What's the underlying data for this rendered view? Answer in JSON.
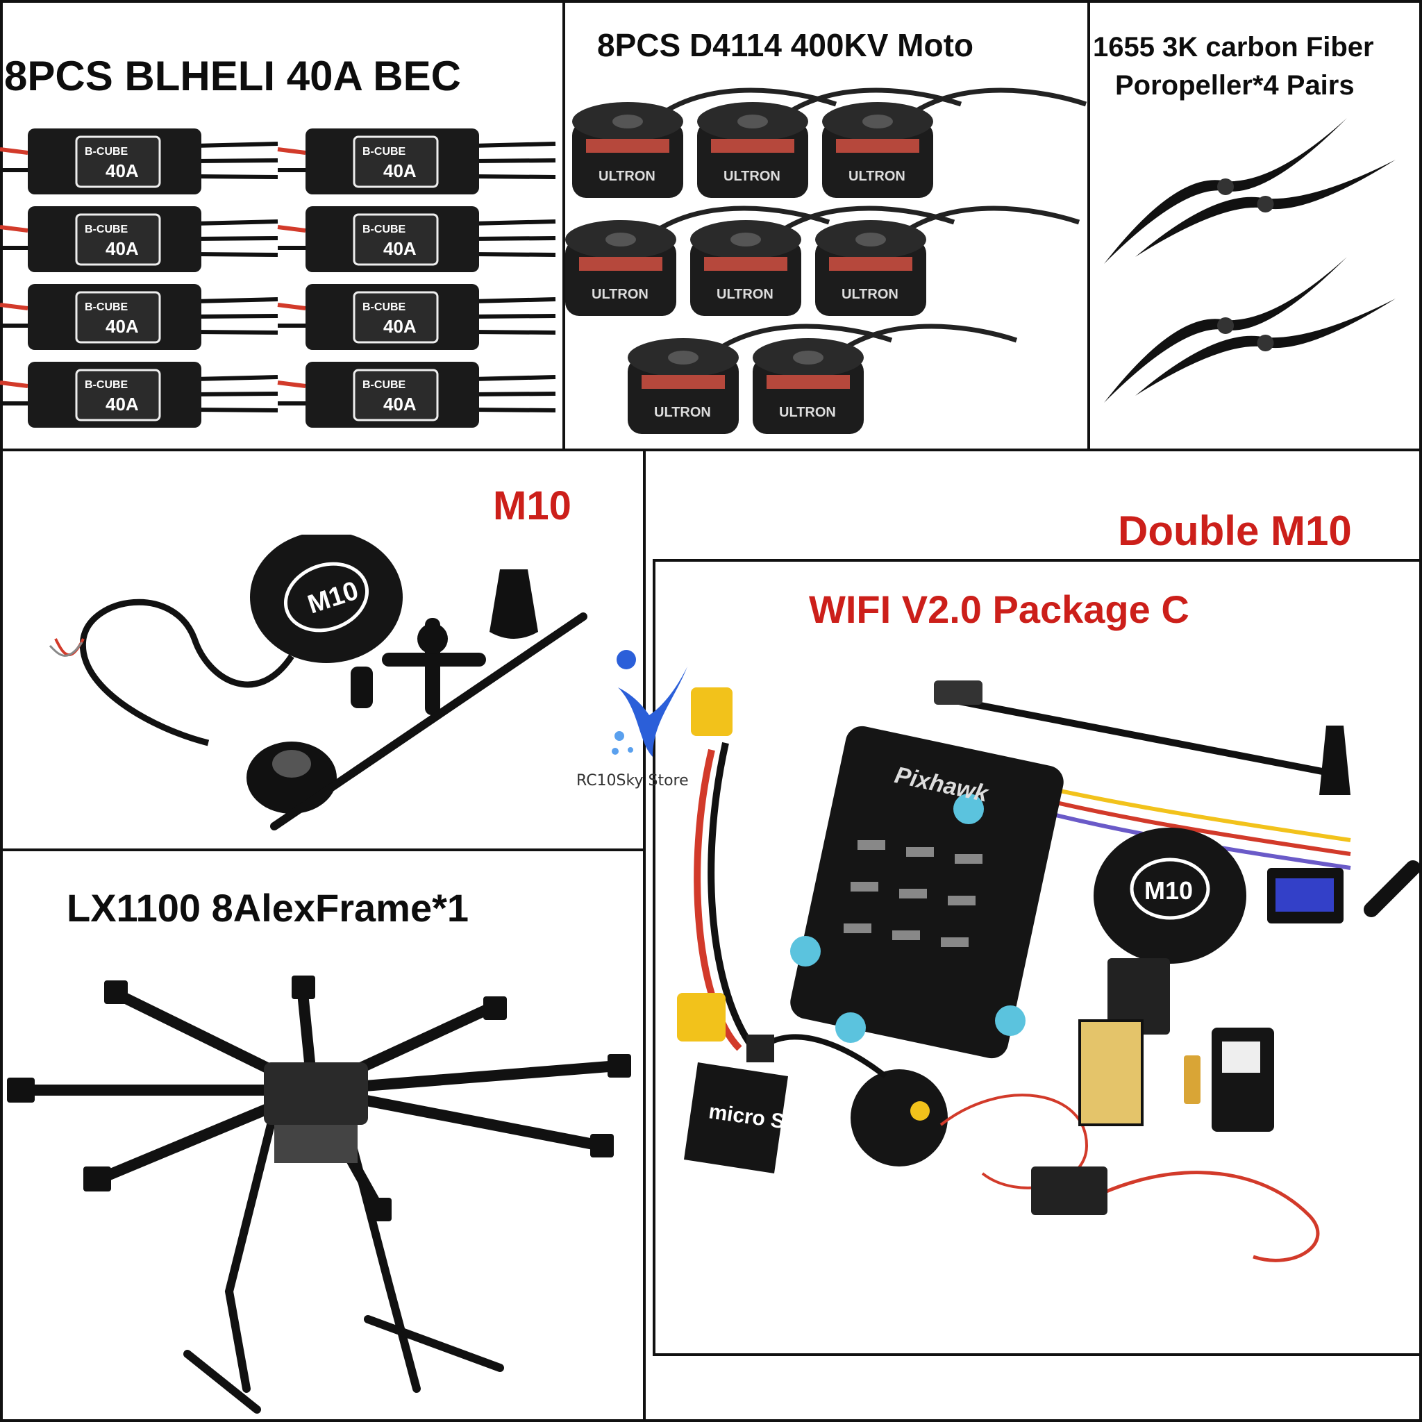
{
  "panels": {
    "esc": {
      "title": "8PCS BLHELI 40A BEC",
      "label_brand": "B-CUBE",
      "label_rating": "40A",
      "count": 8
    },
    "motors": {
      "title": "8PCS D4114 400KV Moto",
      "label_brand": "ULTRON",
      "count": 8
    },
    "props": {
      "title_line1": "1655 3K carbon Fiber",
      "title_line2": "Poropeller*4 Pairs",
      "count": 4
    },
    "gps": {
      "title": "M10",
      "label": "M10"
    },
    "frame": {
      "title": "LX1100 8AlexFrame*1"
    },
    "package": {
      "title": "Double M10",
      "subtitle": "WIFI V2.0 Package C",
      "gps_label": "M10",
      "sd_label": "micro SD",
      "fc_label": "Pixhawk"
    }
  },
  "watermark": {
    "store_name": "RC10Sky Store",
    "logo_color": "#2b5fd9"
  },
  "colors": {
    "red_caption": "#cc1f1a",
    "ink": "#111111",
    "wire_red": "#d23a2a",
    "accent_blue": "#5bc3de",
    "accent_yellow": "#f2c21b"
  }
}
